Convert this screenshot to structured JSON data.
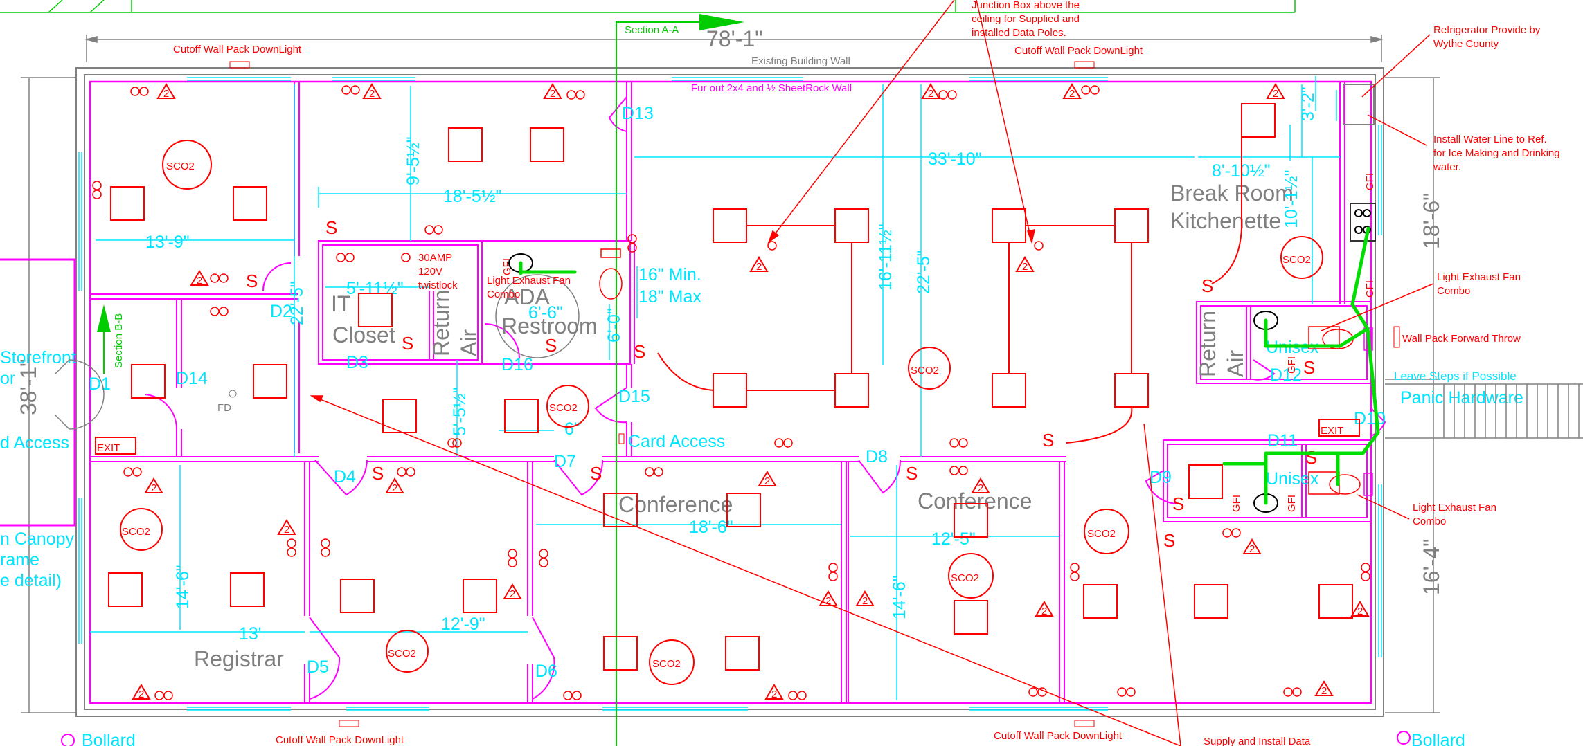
{
  "title_dims": {
    "overall_width": "78'-1\"",
    "overall_depth": "38'-1\"",
    "right_depth_top": "18'-6\"",
    "right_depth_bottom": "16'-4\""
  },
  "building": {
    "wall_label": "Existing Building Wall",
    "furout_note": "Fur out 2x4 and ½ SheetRock Wall"
  },
  "sections": {
    "aa": "Section A-A",
    "bb": "Section B-B"
  },
  "rooms": {
    "it_closet": "IT\nCloset",
    "return_air": "Return\nAir",
    "restroom": "ADA\nRestroom",
    "break_room": "Break Room\nKitchenette",
    "unisex": "Unisex",
    "conference": "Conference",
    "registrar": "Registrar"
  },
  "doors": [
    "D1",
    "D2",
    "D3",
    "D4",
    "D5",
    "D6",
    "D7",
    "D8",
    "D9",
    "D10",
    "D11",
    "D12",
    "D13",
    "D14",
    "D15",
    "D16"
  ],
  "dims": {
    "d13_9": "13'-9\"",
    "d18_5": "18'-5½\"",
    "d9_5": "9'-5½\"",
    "d22_5": "22'-5\"",
    "d5_11": "5'-11½\"",
    "d6_6": "6'-6\"",
    "d6_0": "6'-0\"",
    "d16min": "16\" Min.",
    "d18max": "18\" Max",
    "d5_5": "5'-5½\"",
    "d6in": "6\"",
    "d33_10": "33'-10\"",
    "d16_11": "16'-11½\"",
    "d22_5b": "22'-5\"",
    "d8_10": "8'-10½\"",
    "d3_2": "3'-2\"",
    "d10": "10'-1½\"",
    "d14_6": "14'-6\"",
    "d13": "13'",
    "d12_9": "12'-9\"",
    "d18_6": "18'-6\"",
    "d12_5": "12'-5\"",
    "d14_6b": "14'-6\""
  },
  "left_edge": {
    "storefront": "Storefront",
    "or": "or",
    "access": "d Access",
    "canopy": "n Canopy",
    "frame": "rame",
    "detail": "e detail)"
  },
  "notes": {
    "cutoff": "Cutoff Wall Pack DownLight",
    "junction_box": "Junction Box above the\nceiling for Supplied and\ninstalled Data Poles.",
    "refrigerator": "Refrigerator Provide by\nWythe County",
    "water_line": "Install Water Line to Ref.\nfor Ice Making and Drinking\nwater.",
    "light_exhaust": "Light Exhaust Fan\nCombo",
    "wall_pack_forward": "Wall Pack Forward Throw",
    "leave_steps": "Leave Steps if Possible",
    "panic": "Panic Hardware",
    "card_access": "Card Access",
    "thirty_amp": "30AMP\n120V\ntwistlock",
    "data_install": "Supply and Install Data",
    "bollard": "Bollard",
    "exit": "EXIT",
    "fd": "FD"
  },
  "symbols": {
    "smoke": "S",
    "sco2": "SCO2",
    "gfi": "GFI",
    "data": "2"
  },
  "colors": {
    "wall": "#ff00ff",
    "dimension": "#00e5ff",
    "electrical": "#ff0000",
    "plumbing": "#00dd00",
    "existing": "#808080"
  }
}
